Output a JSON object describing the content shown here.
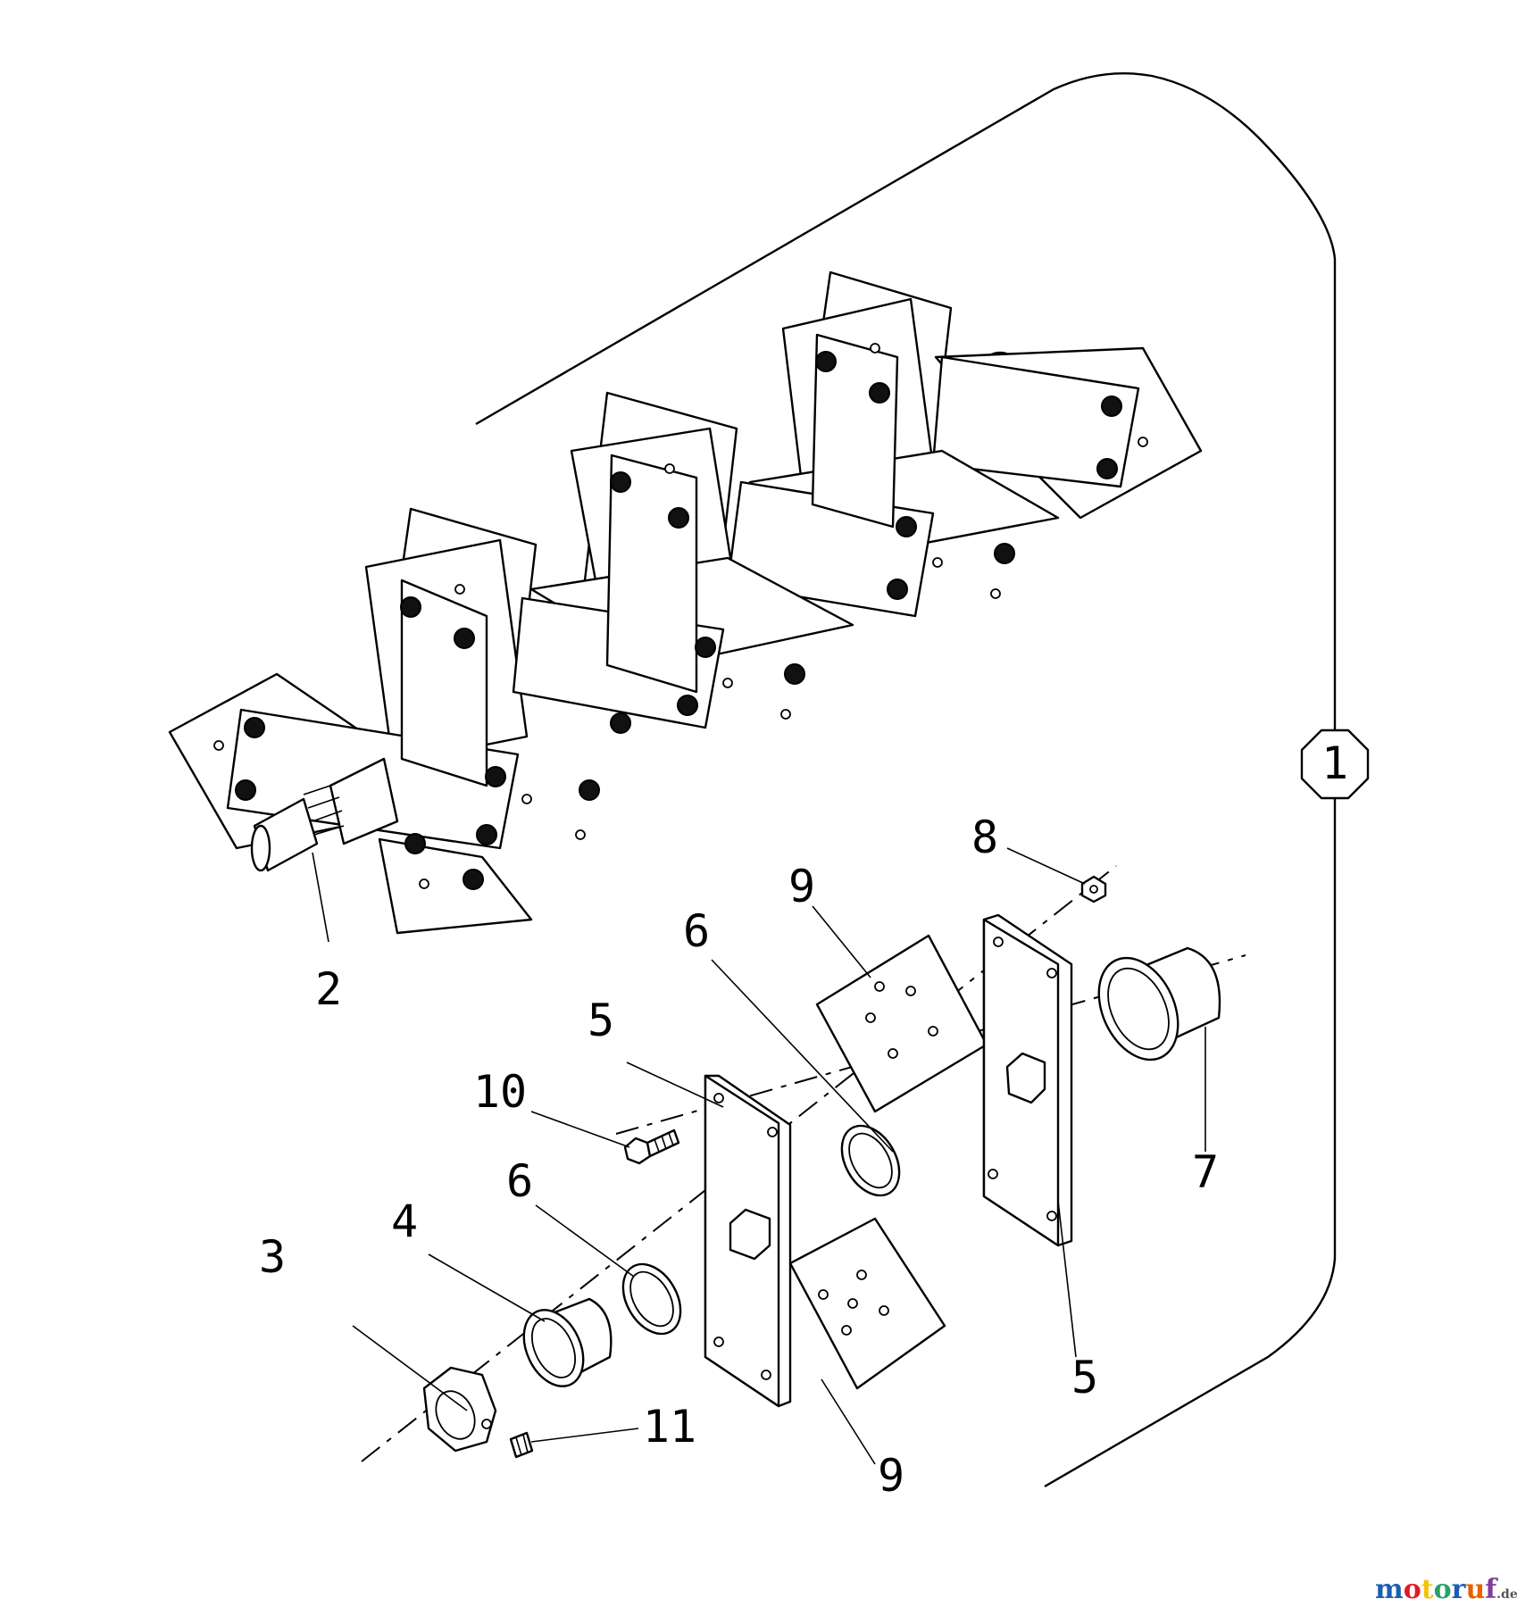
{
  "diagram": {
    "callouts": [
      {
        "id": "c1",
        "label": "1"
      },
      {
        "id": "c2",
        "label": "2"
      },
      {
        "id": "c3",
        "label": "3"
      },
      {
        "id": "c4",
        "label": "4"
      },
      {
        "id": "c5a",
        "label": "5"
      },
      {
        "id": "c5b",
        "label": "5"
      },
      {
        "id": "c6a",
        "label": "6"
      },
      {
        "id": "c6b",
        "label": "6"
      },
      {
        "id": "c7",
        "label": "7"
      },
      {
        "id": "c8",
        "label": "8"
      },
      {
        "id": "c9a",
        "label": "9"
      },
      {
        "id": "c9b",
        "label": "9"
      },
      {
        "id": "c10",
        "label": "10"
      },
      {
        "id": "c11",
        "label": "11"
      }
    ]
  },
  "watermark": {
    "brand": "motoruf",
    "suffix": ".de",
    "colors": [
      "#1a5fb4",
      "#e01b24",
      "#f5c211",
      "#26a269",
      "#1a5fb4",
      "#e66100",
      "#813d9c"
    ]
  }
}
